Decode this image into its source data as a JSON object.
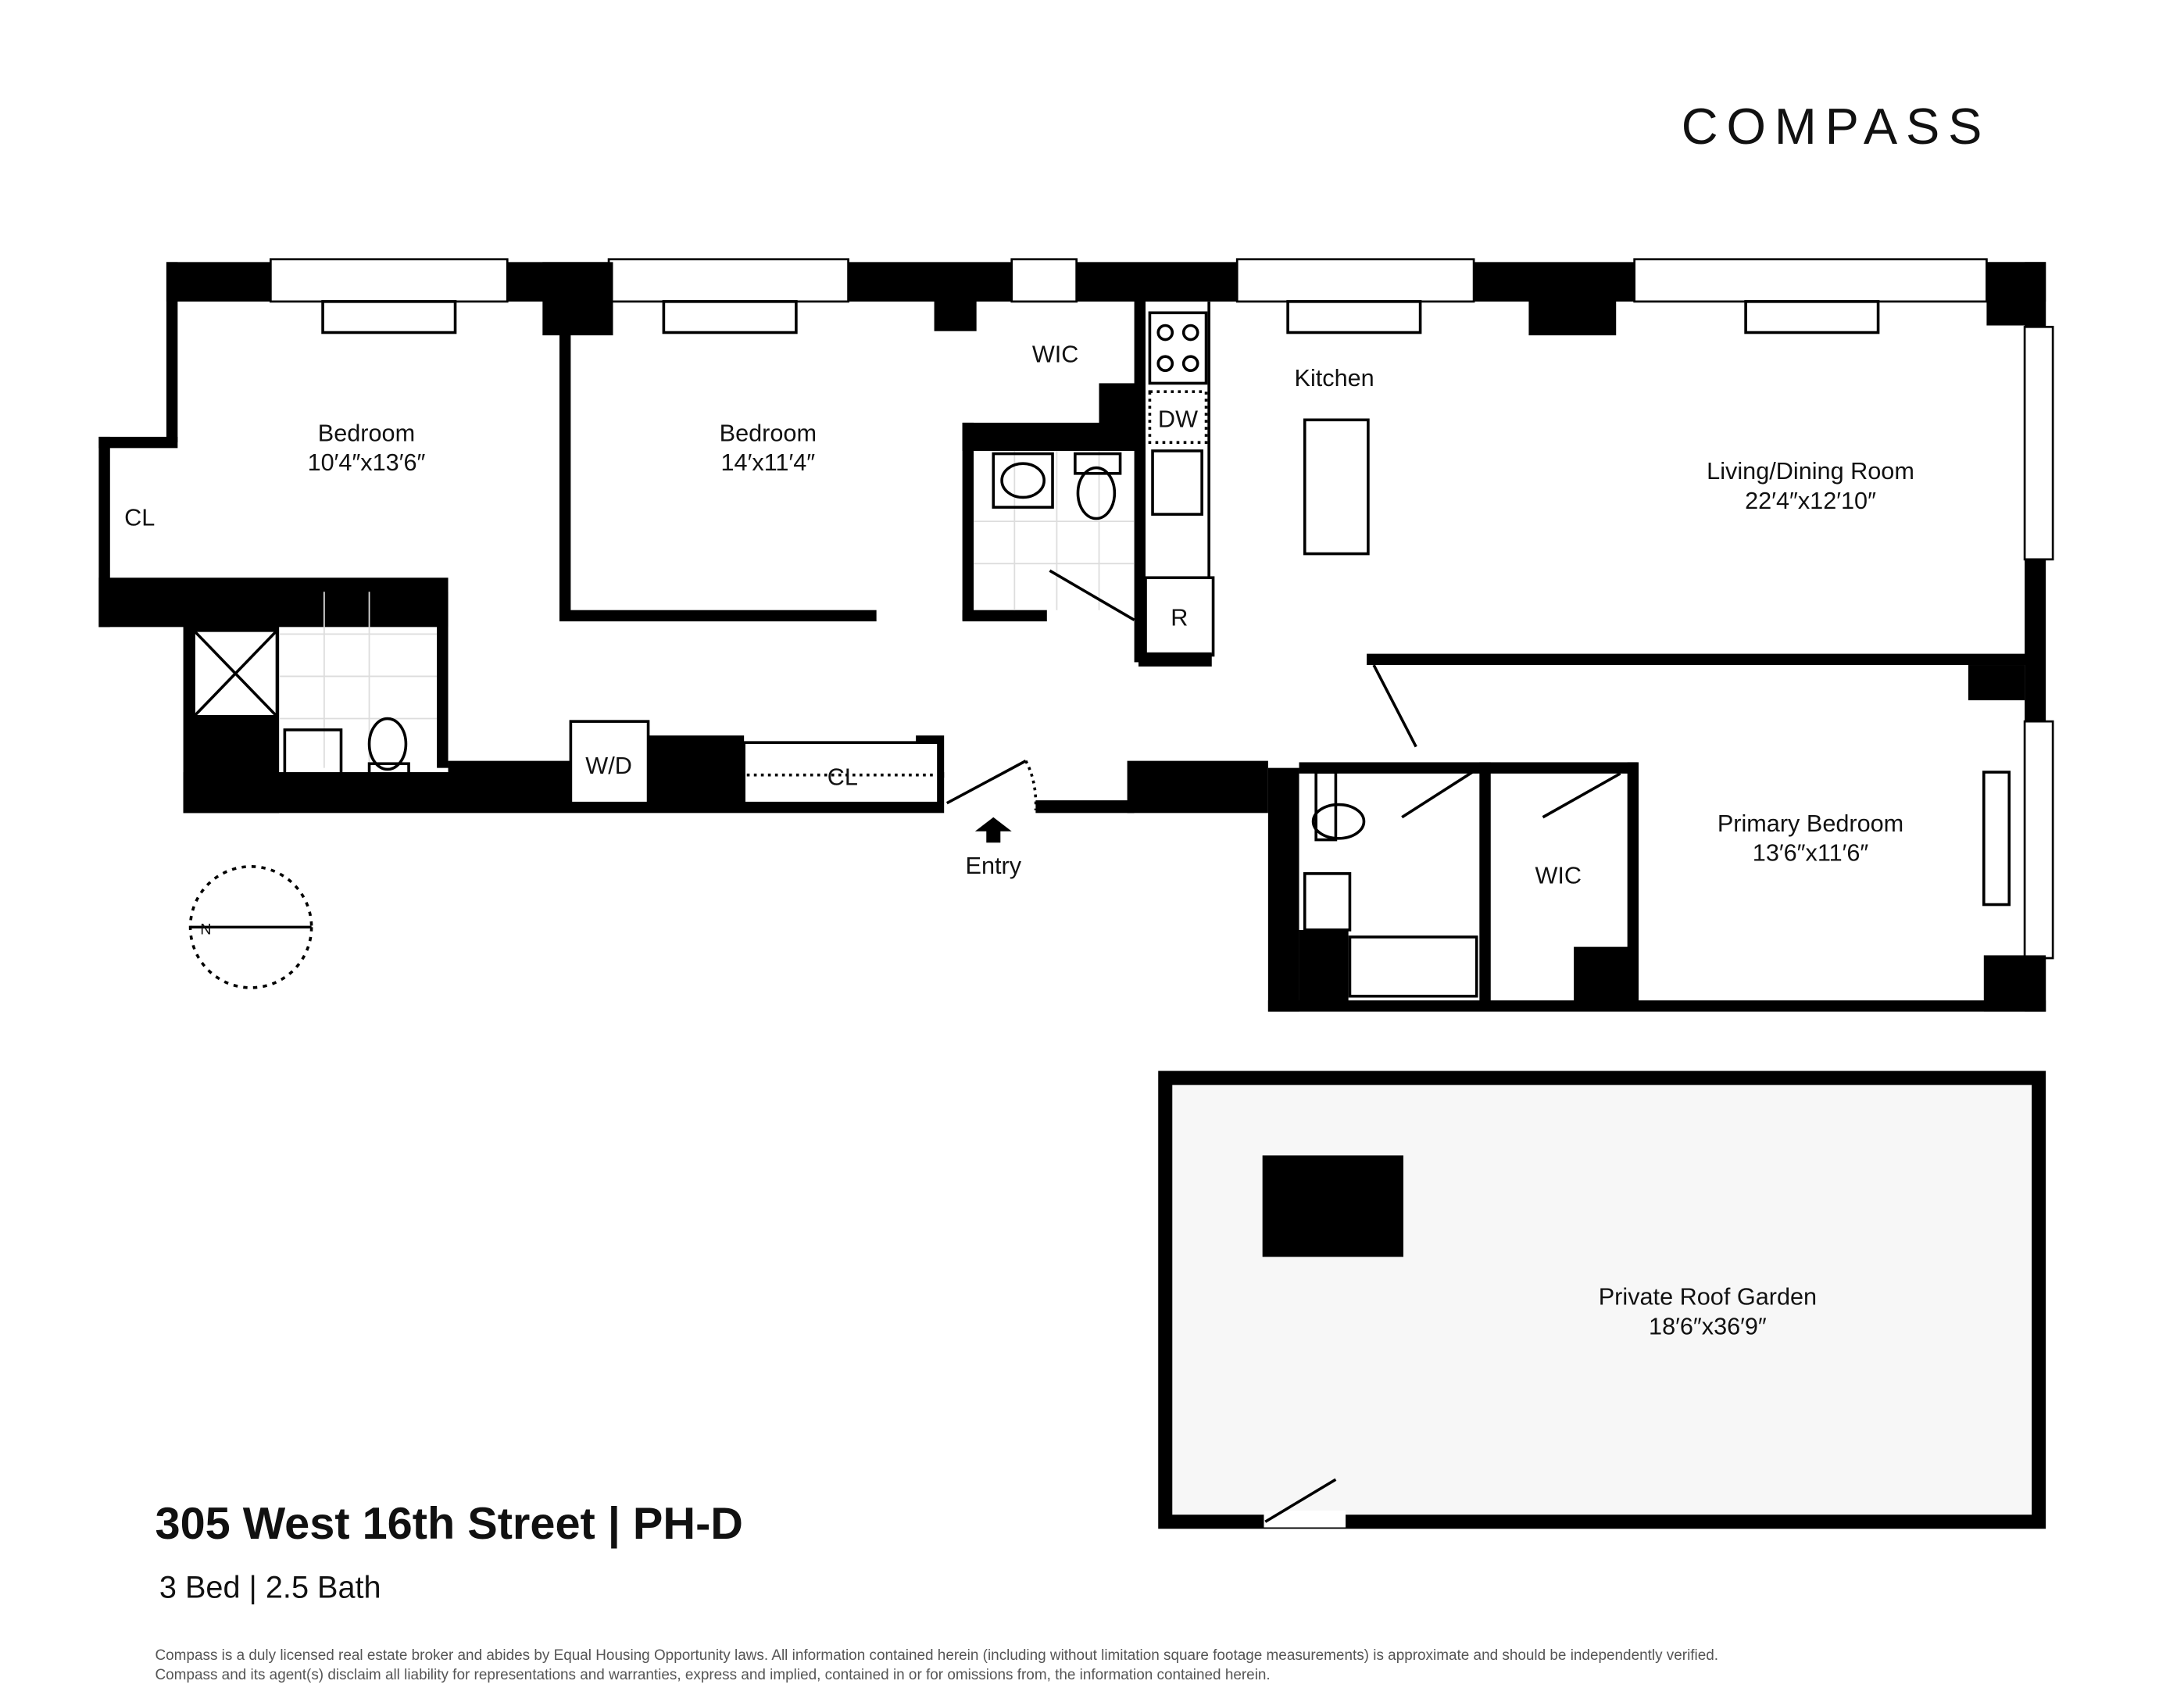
{
  "brand": {
    "logo_text": "COMPASS"
  },
  "rooms": {
    "bedroom_1": {
      "name": "Bedroom",
      "dims": "10′4″x13′6″"
    },
    "bedroom_2": {
      "name": "Bedroom",
      "dims": "14′x11′4″"
    },
    "living": {
      "name": "Living/Dining Room",
      "dims": "22′4″x12′10″"
    },
    "primary": {
      "name": "Primary Bedroom",
      "dims": "13′6″x11′6″"
    },
    "roof": {
      "name": "Private Roof Garden",
      "dims": "18′6″x36′9″"
    },
    "kitchen": "Kitchen"
  },
  "labels": {
    "cl_left": "CL",
    "cl_hall": "CL",
    "wic_upper": "WIC",
    "wic_lower": "WIC",
    "dw": "DW",
    "r": "R",
    "wd": "W/D",
    "entry": "Entry",
    "compass_n": "N"
  },
  "listing": {
    "title": "305 West 16th Street | PH-D",
    "subtitle": "3 Bed | 2.5 Bath"
  },
  "disclaimer": {
    "line1": "Compass is a duly licensed real estate broker and abides by Equal Housing Opportunity laws.  All information contained herein (including without limitation square footage measurements) is approximate and should be independently verified.",
    "line2": "Compass and its agent(s) disclaim all liability for representations and warranties, express and implied, contained in or for omissions from, the information contained herein."
  }
}
